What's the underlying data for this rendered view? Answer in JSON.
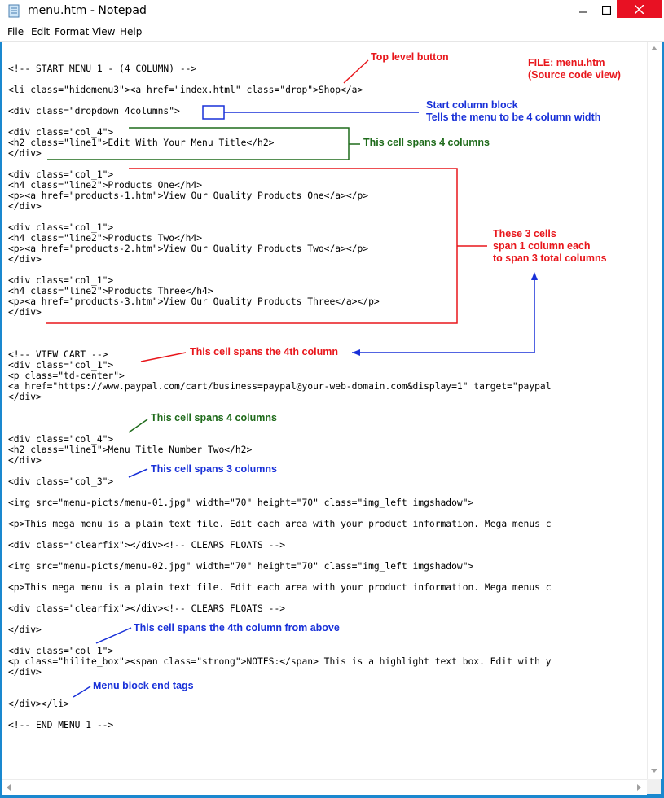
{
  "window": {
    "title": "menu.htm - Notepad",
    "controls": [
      "minimize",
      "maximize",
      "close"
    ]
  },
  "menu": {
    "items": [
      "File",
      "Edit",
      "Format",
      "View",
      "Help"
    ]
  },
  "code_lines": [
    "<!-- START MENU 1 - (4 COLUMN) -->",
    "<li class=\"hidemenu3\"><a href=\"index.html\" class=\"drop\">Shop</a>",
    "<div class=\"dropdown_4columns\">",
    "<div class=\"col_4\">",
    "<h2 class=\"line1\">Edit With Your Menu Title</h2>",
    "</div>",
    "<div class=\"col_1\">",
    "<h4 class=\"line2\">Products One</h4>",
    "<p><a href=\"products-1.htm\">View Our Quality Products One</a></p>",
    "</div>",
    "<div class=\"col_1\">",
    "<h4 class=\"line2\">Products Two</h4>",
    "<p><a href=\"products-2.htm\">View Our Quality Products Two</a></p>",
    "</div>",
    "<div class=\"col_1\">",
    "<h4 class=\"line2\">Products Three</h4>",
    "<p><a href=\"products-3.htm\">View Our Quality Products Three</a></p>",
    "</div>",
    "<!-- VIEW CART -->",
    "<div class=\"col_1\">",
    "<p class=\"td-center\">",
    "<a href=\"https://www.paypal.com/cart/business=paypal@your-web-domain.com&display=1\" target=\"paypal",
    "</div>",
    "<div class=\"col_4\">",
    "<h2 class=\"line1\">Menu Title Number Two</h2>",
    "</div>",
    "<div class=\"col_3\">",
    "<img src=\"menu-picts/menu-01.jpg\" width=\"70\" height=\"70\" class=\"img_left imgshadow\">",
    "<p>This mega menu is a plain text file. Edit each area with your product information. Mega menus c",
    "<div class=\"clearfix\"></div><!-- CLEARS FLOATS -->",
    "<img src=\"menu-picts/menu-02.jpg\" width=\"70\" height=\"70\" class=\"img_left imgshadow\">",
    "<p>This mega menu is a plain text file. Edit each area with your product information. Mega menus c",
    "<div class=\"clearfix\"></div><!-- CLEARS FLOATS -->",
    "</div>",
    "<div class=\"col_1\">",
    "<p class=\"hilite_box\"><span class=\"strong\">NOTES:</span> This is a highlight text box. Edit with y",
    "</div>",
    "</div></li>",
    "<!-- END MENU 1 -->"
  ],
  "annotations": {
    "top_level_button": "Top level button",
    "file_label": "FILE: menu.htm\n(Source code view)",
    "start_column_block": "Start column block\nTells the menu to be 4 column width",
    "spans_4_a": "This cell spans 4 columns",
    "three_cells": "These 3 cells\nspan 1 column each\nto span 3 total columns",
    "spans_4th": "This cell spans the 4th column",
    "spans_4_b": "This cell spans 4 columns",
    "spans_3": "This cell spans 3 columns",
    "spans_4th_above": "This cell spans the 4th column from above",
    "end_tags": "Menu block end tags"
  },
  "colors": {
    "red": "#e8161b",
    "blue": "#1830d8",
    "green": "#1f6b1b",
    "frame": "#1a88cf",
    "close": "#e81123"
  }
}
